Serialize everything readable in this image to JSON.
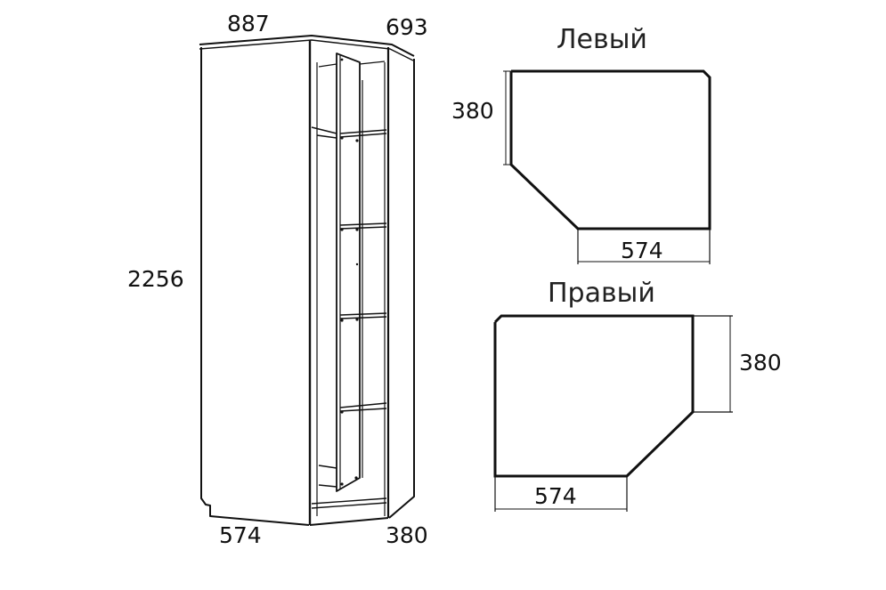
{
  "cabinet": {
    "dimensions": {
      "width_left": "887",
      "width_right": "693",
      "height": "2256",
      "depth_left": "574",
      "depth_right": "380"
    },
    "shelves": 5
  },
  "plans": {
    "left": {
      "title": "Левый",
      "depth": "380",
      "width": "574"
    },
    "right": {
      "title": "Правый",
      "depth": "380",
      "width": "574"
    }
  },
  "colors": {
    "line": "#111111",
    "background": "#ffffff"
  }
}
